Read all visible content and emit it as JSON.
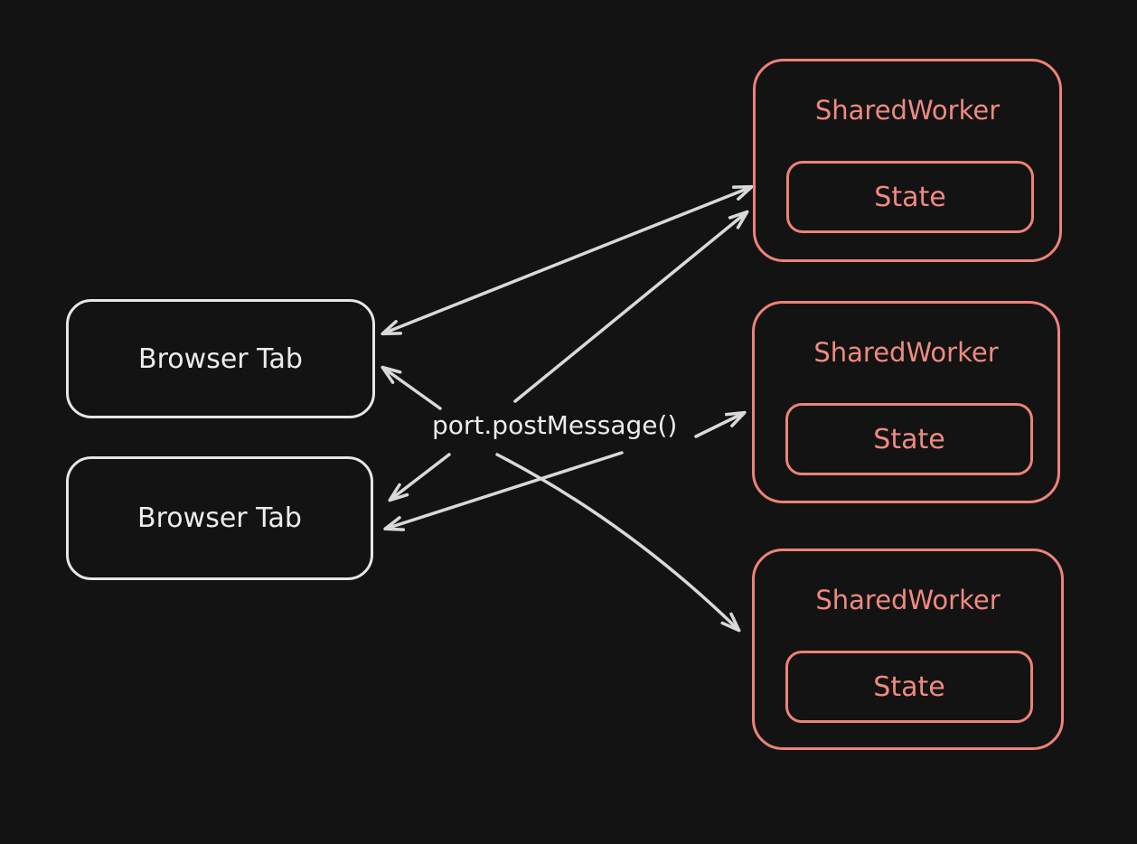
{
  "colors": {
    "background": "#131313",
    "tab_stroke": "#e6e6e6",
    "tab_text": "#ececec",
    "worker_stroke": "#ee8279",
    "worker_text": "#ef8a80",
    "arrow_stroke": "#d9d9d9"
  },
  "diagram": {
    "center_label": "port.postMessage()",
    "browser_tabs": [
      {
        "id": "browser-tab-1",
        "label": "Browser Tab"
      },
      {
        "id": "browser-tab-2",
        "label": "Browser Tab"
      }
    ],
    "shared_workers": [
      {
        "id": "shared-worker-1",
        "label": "SharedWorker",
        "state_label": "State"
      },
      {
        "id": "shared-worker-2",
        "label": "SharedWorker",
        "state_label": "State"
      },
      {
        "id": "shared-worker-3",
        "label": "SharedWorker",
        "state_label": "State"
      }
    ],
    "edges": [
      {
        "from": "browser-tab-1",
        "to": "shared-worker-1",
        "direction": "bidirectional"
      },
      {
        "from": "center-label",
        "to": "shared-worker-1",
        "direction": "one-way"
      },
      {
        "from": "center-label",
        "to": "shared-worker-2",
        "direction": "one-way"
      },
      {
        "from": "center-label",
        "to": "shared-worker-3",
        "direction": "one-way"
      },
      {
        "from": "center-label",
        "to": "browser-tab-1",
        "direction": "one-way"
      },
      {
        "from": "center-label",
        "to": "browser-tab-2",
        "direction": "one-way"
      },
      {
        "from": "center-label",
        "to": "browser-tab-2",
        "direction": "one-way"
      }
    ]
  }
}
